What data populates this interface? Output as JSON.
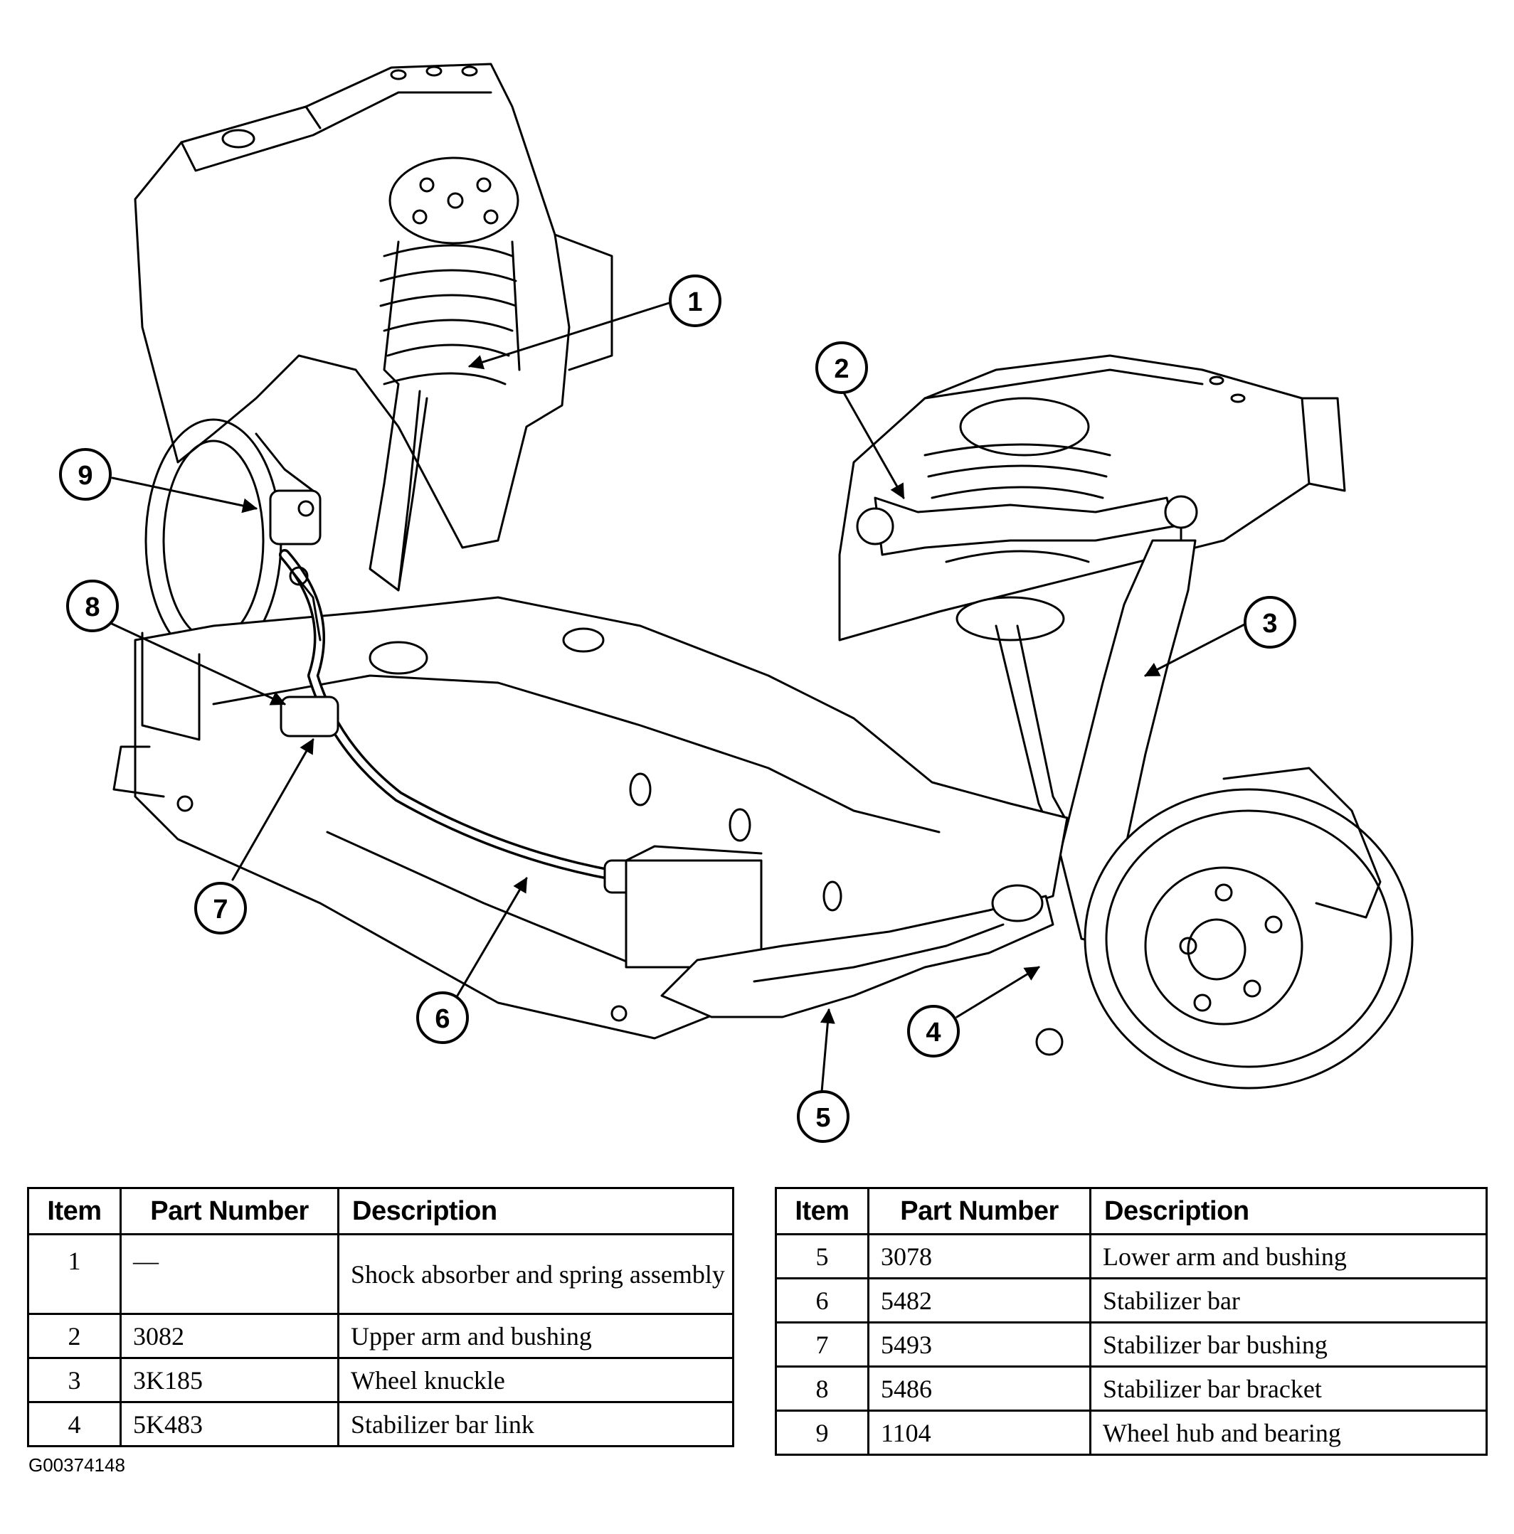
{
  "callouts": [
    "1",
    "2",
    "3",
    "4",
    "5",
    "6",
    "7",
    "8",
    "9"
  ],
  "table_left": {
    "headers": {
      "item": "Item",
      "part_number": "Part Number",
      "description": "Description"
    },
    "rows": [
      {
        "item": "1",
        "part_number": "—",
        "description": "Shock absorber and spring assembly"
      },
      {
        "item": "2",
        "part_number": "3082",
        "description": "Upper arm and bushing"
      },
      {
        "item": "3",
        "part_number": "3K185",
        "description": "Wheel knuckle"
      },
      {
        "item": "4",
        "part_number": "5K483",
        "description": "Stabilizer bar link"
      }
    ]
  },
  "table_right": {
    "headers": {
      "item": "Item",
      "part_number": "Part Number",
      "description": "Description"
    },
    "rows": [
      {
        "item": "5",
        "part_number": "3078",
        "description": "Lower arm and bushing"
      },
      {
        "item": "6",
        "part_number": "5482",
        "description": "Stabilizer bar"
      },
      {
        "item": "7",
        "part_number": "5493",
        "description": "Stabilizer bar bushing"
      },
      {
        "item": "8",
        "part_number": "5486",
        "description": "Stabilizer bar bracket"
      },
      {
        "item": "9",
        "part_number": "1104",
        "description": "Wheel hub and bearing"
      }
    ]
  },
  "figure_id": "G00374148"
}
